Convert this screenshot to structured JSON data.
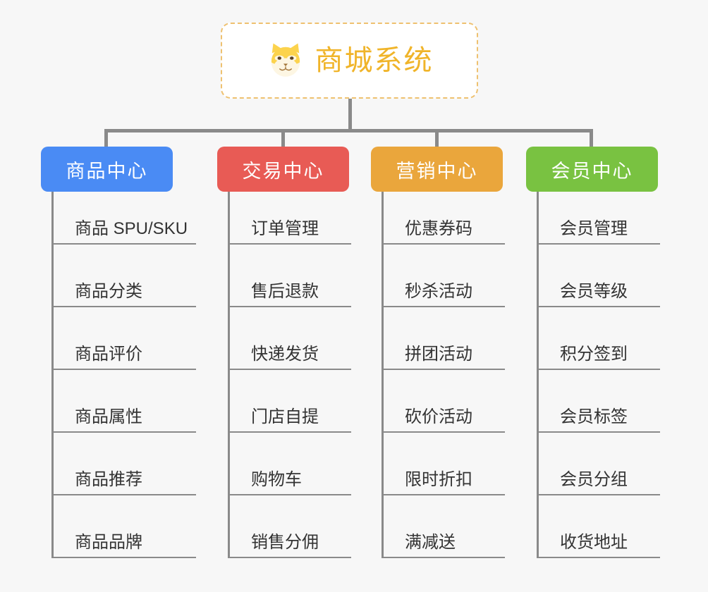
{
  "canvas": {
    "background": "#f7f7f7",
    "connector_color": "#8a8a8a"
  },
  "root": {
    "title": "商城系统",
    "icon": "shiba-dog-face-icon",
    "text_color": "#f0b429",
    "border_color": "#eec170",
    "background": "#ffffff"
  },
  "branches": [
    {
      "title": "商品中心",
      "color": "#4a8bf4",
      "items": [
        "商品 SPU/SKU",
        "商品分类",
        "商品评价",
        "商品属性",
        "商品推荐",
        "商品品牌"
      ]
    },
    {
      "title": "交易中心",
      "color": "#e85b55",
      "items": [
        "订单管理",
        "售后退款",
        "快递发货",
        "门店自提",
        "购物车",
        "销售分佣"
      ]
    },
    {
      "title": "营销中心",
      "color": "#eaa63c",
      "items": [
        "优惠券码",
        "秒杀活动",
        "拼团活动",
        "砍价活动",
        "限时折扣",
        "满减送"
      ]
    },
    {
      "title": "会员中心",
      "color": "#79c241",
      "items": [
        "会员管理",
        "会员等级",
        "积分签到",
        "会员标签",
        "会员分组",
        "收货地址"
      ]
    }
  ]
}
